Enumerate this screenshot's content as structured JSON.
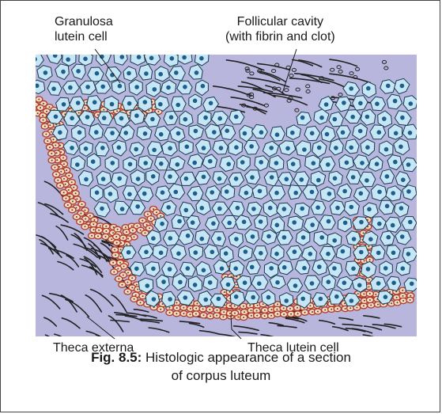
{
  "labels": {
    "granulosa": "Granulosa\nlutein cell",
    "follicular": "Follicular cavity\n(with fibrin and clot)",
    "theca_externa": "Theca externa",
    "theca_lutein": "Theca lutein cell"
  },
  "caption": {
    "number": "Fig. 8.5:",
    "text_line1": "Histologic appearance of a section",
    "text_line2": "of corpus luteum"
  },
  "colors": {
    "background_tissue": "#b9b6dd",
    "granulosa_cell_fill": "#c6e6f6",
    "granulosa_nucleus": "#1c5f8d",
    "theca_cell_fill": "#f4dcc3",
    "theca_outline": "#b13a28",
    "fiber_stroke": "#222222"
  }
}
